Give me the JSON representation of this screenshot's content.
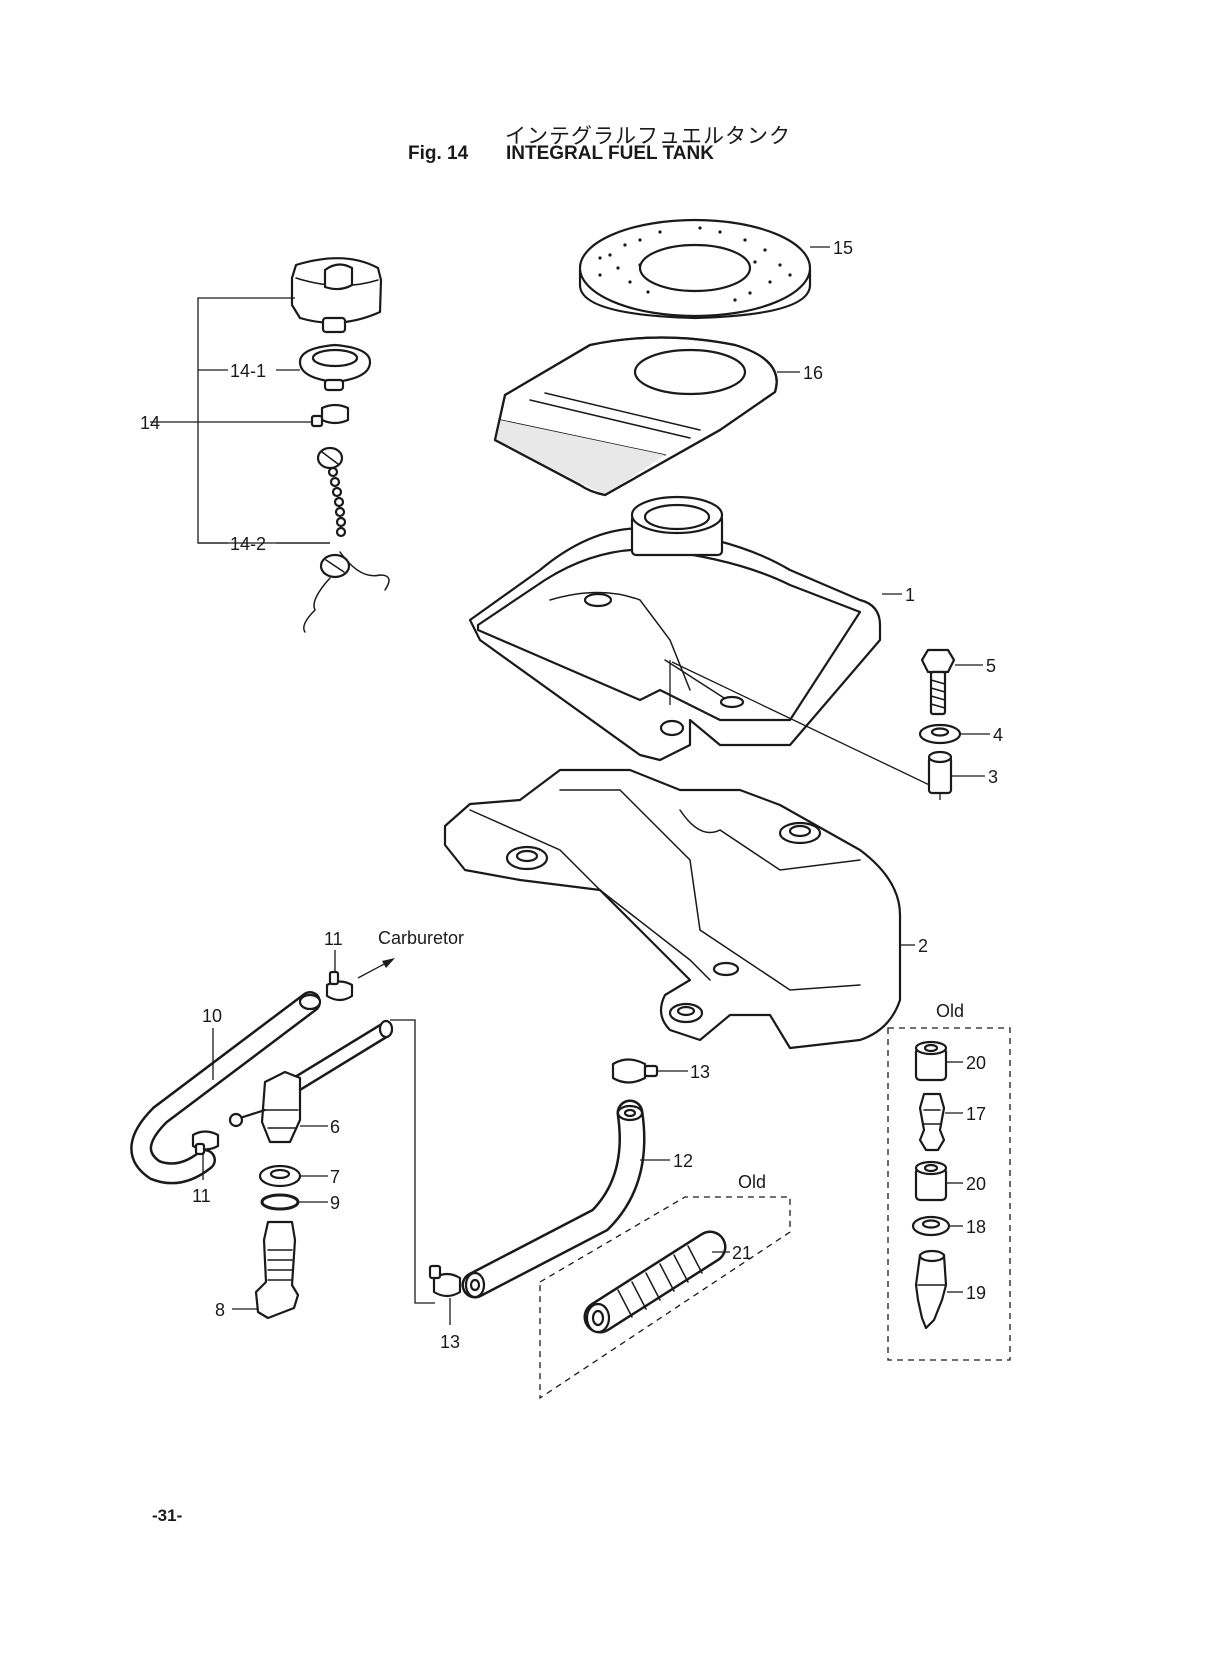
{
  "header": {
    "title_jp": "インテグラルフュエルタンク",
    "fig_label": "Fig. 14",
    "title_en": "INTEGRAL FUEL TANK"
  },
  "callouts": {
    "p1": "1",
    "p2": "2",
    "p3": "3",
    "p4": "4",
    "p5": "5",
    "p6": "6",
    "p7": "7",
    "p8": "8",
    "p9": "9",
    "p10": "10",
    "p11a": "11",
    "p11b": "11",
    "p12": "12",
    "p13a": "13",
    "p13b": "13",
    "p14": "14",
    "p14_1": "14-1",
    "p14_2": "14-2",
    "p15": "15",
    "p16": "16",
    "p17": "17",
    "p18": "18",
    "p19": "19",
    "p20a": "20",
    "p20b": "20",
    "p21": "21"
  },
  "annotations": {
    "carburetor": "Carburetor",
    "old_right": "Old",
    "old_hose": "Old"
  },
  "footer": {
    "page_number": "-31-"
  }
}
